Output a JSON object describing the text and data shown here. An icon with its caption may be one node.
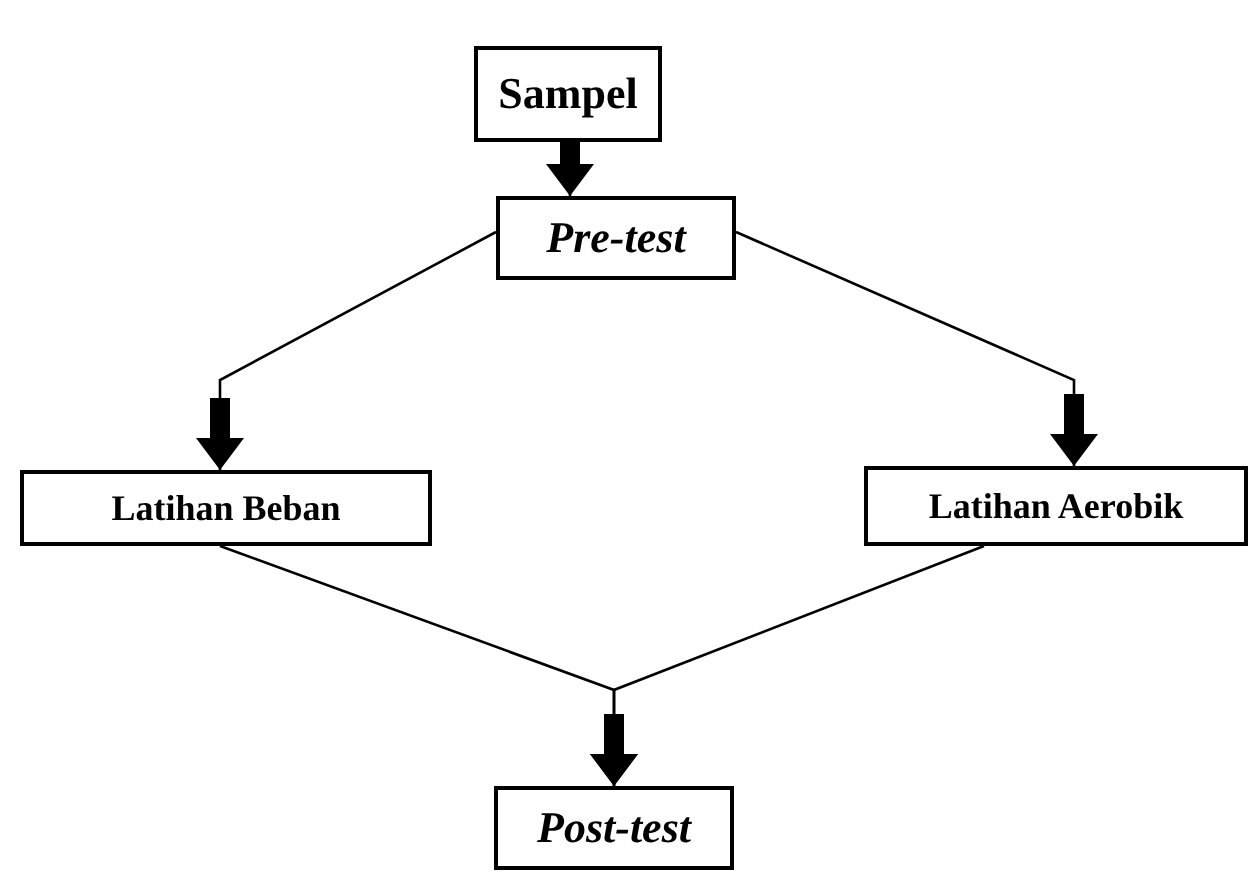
{
  "diagram": {
    "nodes": [
      {
        "text": [
          "Sampel"
        ]
      },
      {
        "text": [
          "Pre-test"
        ]
      },
      {
        "text": [
          "Latihan Beban"
        ]
      },
      {
        "text": [
          "Latihan Aerobik"
        ]
      },
      {
        "text": [
          "Post-test"
        ]
      }
    ],
    "edges": [
      {
        "from": 0,
        "to": 1,
        "arrow": "to"
      },
      {
        "from": 1,
        "to": 2,
        "arrow": "to"
      },
      {
        "from": 1,
        "to": 3,
        "arrow": "to"
      },
      {
        "from": 2,
        "to": 4,
        "arrow": "to"
      },
      {
        "from": 3,
        "to": 4,
        "arrow": "to"
      }
    ]
  }
}
